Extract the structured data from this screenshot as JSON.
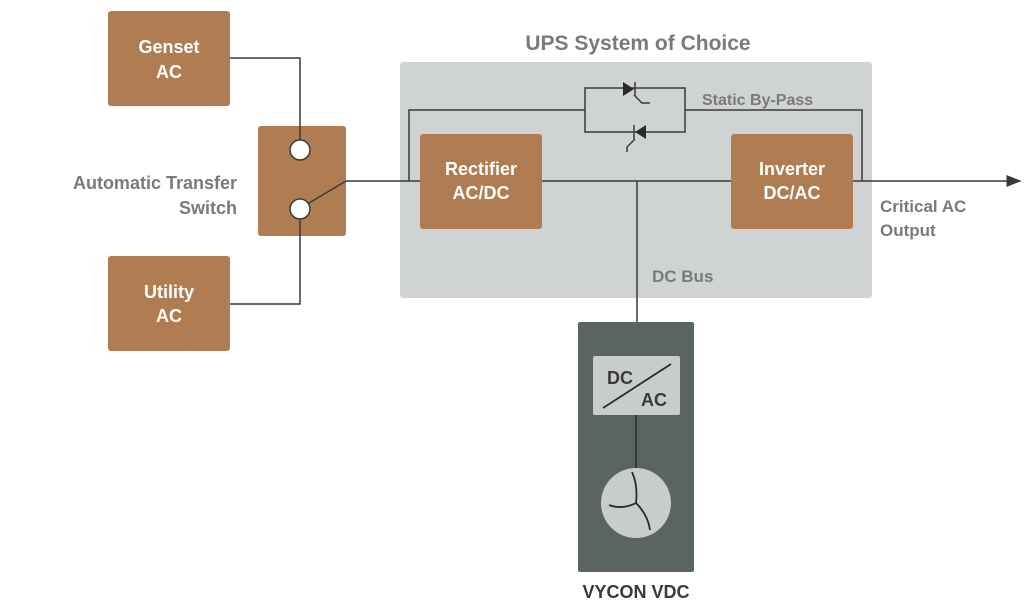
{
  "diagram": {
    "title": "UPS System of Choice",
    "genset": {
      "line1": "Genset",
      "line2": "AC"
    },
    "utility": {
      "line1": "Utility",
      "line2": "AC"
    },
    "ats": {
      "line1": "Automatic Transfer",
      "line2": "Switch"
    },
    "rectifier": {
      "line1": "Rectifier",
      "line2": "AC/DC"
    },
    "inverter": {
      "line1": "Inverter",
      "line2": "DC/AC"
    },
    "bypass_label": "Static By-Pass",
    "dc_bus_label": "DC Bus",
    "output": {
      "line1": "Critical AC",
      "line2": "Output"
    },
    "converter": {
      "top": "DC",
      "bottom": "AC"
    },
    "flywheel_label": "VYCON VDC",
    "colors": {
      "box": "#b07d52",
      "panel": "#d0d3d4",
      "flywheel_cabinet": "#5b655f",
      "converter_box": "#c9cccd",
      "label_gray": "#7a7a7a",
      "wire": "#3a3a3a"
    }
  }
}
